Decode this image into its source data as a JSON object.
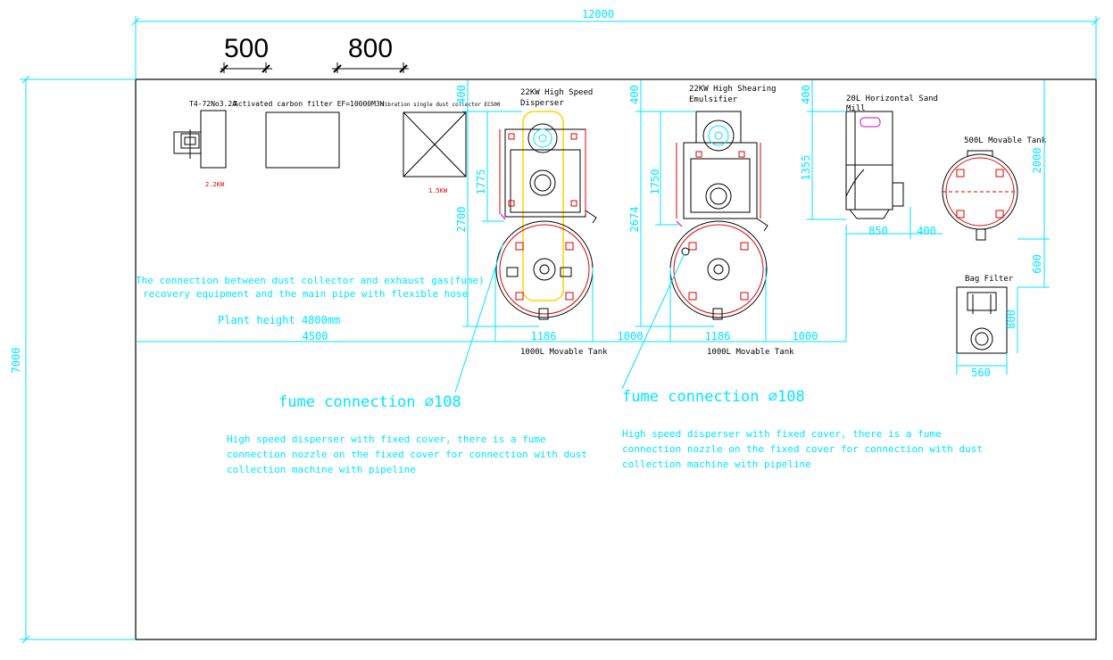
{
  "dims": {
    "total_width": "12000",
    "total_height": "7000",
    "gap_500": "500",
    "gap_800": "800",
    "w_4500": "4500",
    "w_1186_a": "1186",
    "gap_1000_a": "1000",
    "w_1186_b": "1186",
    "gap_1000_b": "1000",
    "h_400_a": "400",
    "h_1775": "1775",
    "h_2700": "2700",
    "h_400_b": "400",
    "h_1750": "1750",
    "h_2674": "2674",
    "h_400_c": "400",
    "h_1355": "1355",
    "w_850": "850",
    "w_400": "400",
    "h_2000": "2000",
    "h_600": "600",
    "h_800": "800",
    "w_560": "560"
  },
  "labels": {
    "fan": "T4-72No3.2A",
    "fan_power": "2.2KW",
    "carbon_filter": "Activated carbon filter EF=10000M3H",
    "dust_collector": "Vibration single dust collector EC500",
    "dust_power": "1.5KW",
    "disperser_line1": "22KW High Speed",
    "disperser_line2": "Disperser",
    "emulsifier_line1": "22KW High Shearing",
    "emulsifier_line2": "Emulsifier",
    "sand_mill_line1": "20L Horizontal Sand",
    "sand_mill_line2": "Mill",
    "tank_500": "500L Movable Tank",
    "bag_filter": "Bag Filter",
    "tank_1000_a": "1000L Movable Tank",
    "tank_1000_b": "1000L Movable Tank"
  },
  "notes": {
    "connection_line1": "The connection between dust collector and exhaust gas(fume)",
    "connection_line2": "recovery equipment and the main pipe with flexible hose",
    "plant_height": "Plant height 4800mm",
    "fume_a": "fume connection ⌀108",
    "fume_b": "fume connection ⌀108",
    "desc_a_line1": "High speed disperser with fixed cover, there is a fume",
    "desc_a_line2": "connection nozzle on the fixed cover for connection with dust",
    "desc_a_line3": "collection machine with pipeline",
    "desc_b_line1": "High speed disperser with fixed cover, there is a fume",
    "desc_b_line2": "connection nozzle on the fixed cover for connection with dust",
    "desc_b_line3": "collection machine with pipeline"
  },
  "colors": {
    "dimension": "#00e5ff",
    "outline": "#000000",
    "markup": "#e00000",
    "highlight": "#ffd400",
    "accent": "#cc00cc"
  }
}
